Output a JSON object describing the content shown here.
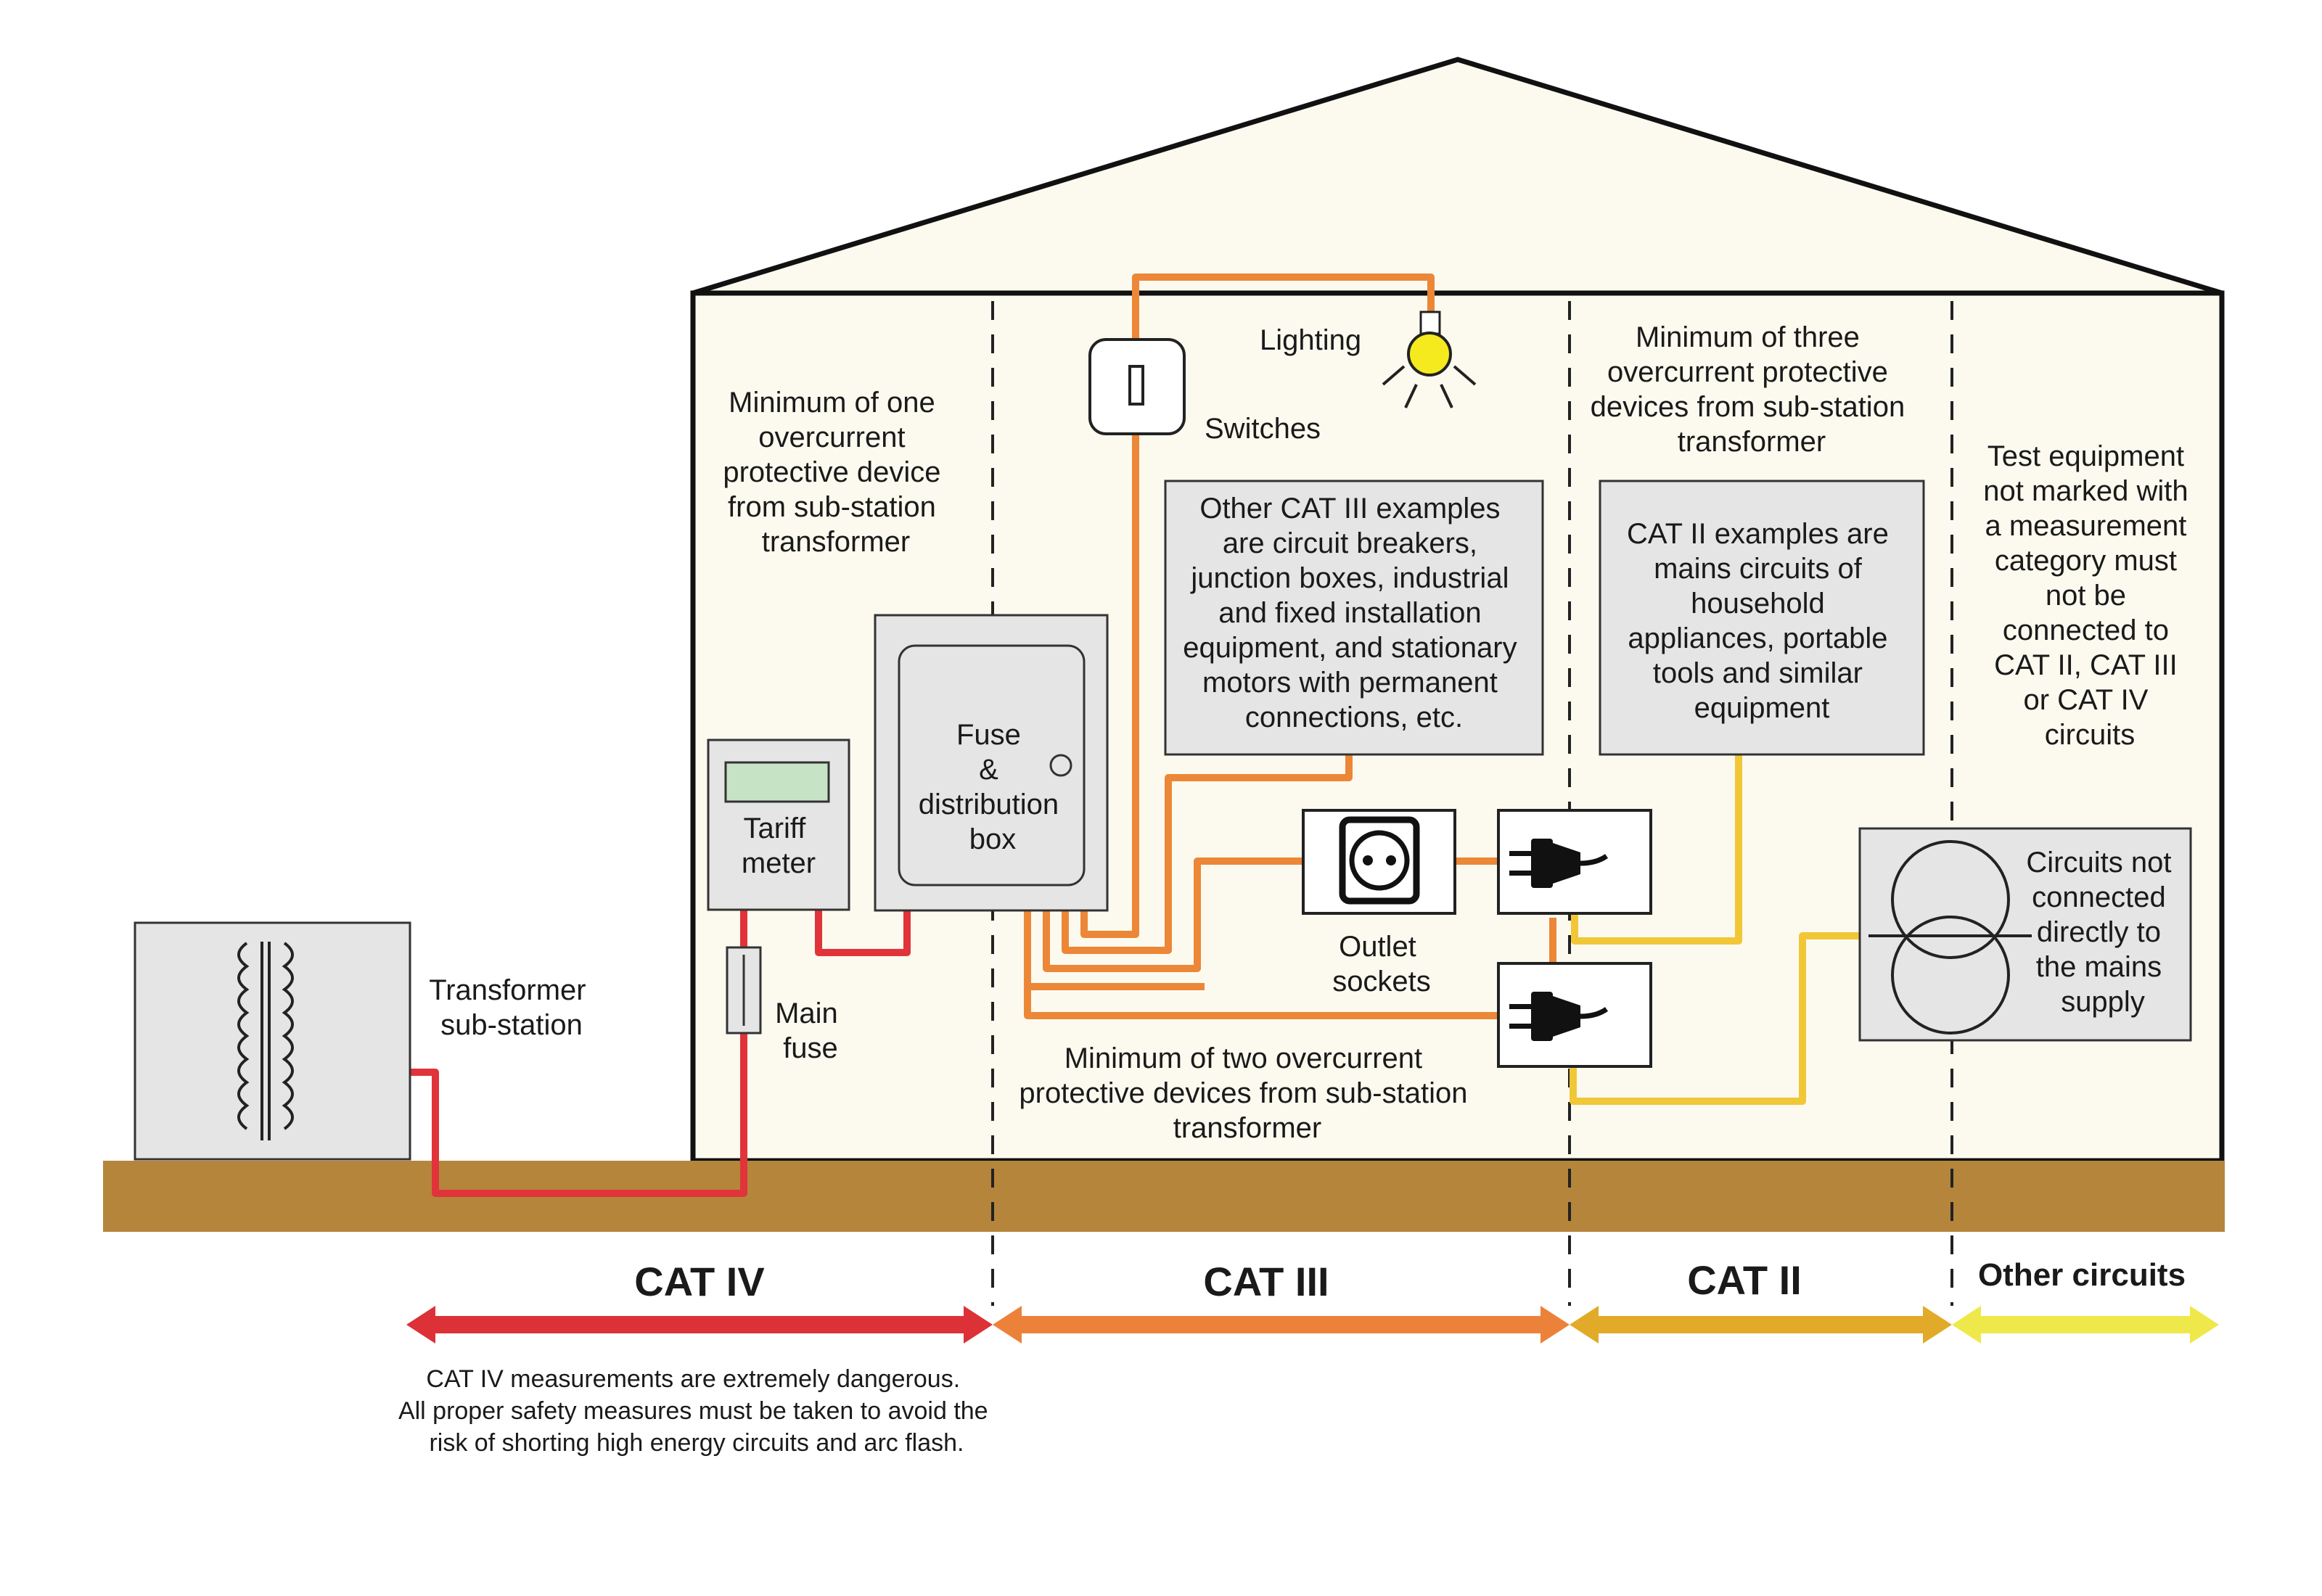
{
  "labels": {
    "lighting": "Lighting",
    "switches": "Switches",
    "tariff_meter": [
      "Tariff",
      "meter"
    ],
    "fuse_box": [
      "Fuse",
      "&",
      "distribution",
      "box"
    ],
    "transformer": [
      "Transformer",
      "sub-station"
    ],
    "main_fuse": [
      "Main",
      "fuse"
    ],
    "outlet_sockets": [
      "Outlet",
      "sockets"
    ],
    "circuits_not_connected": [
      "Circuits not",
      "connected",
      "directly to",
      "the mains",
      "supply"
    ]
  },
  "notes": {
    "cat4_devices": [
      "Minimum of one",
      "overcurrent",
      "protective device",
      "from sub-station",
      "transformer"
    ],
    "cat3_devices": [
      "Minimum of two overcurrent",
      "protective devices from sub-station",
      "transformer"
    ],
    "cat2_devices": [
      "Minimum of three",
      "overcurrent protective",
      "devices from sub-station",
      "transformer"
    ],
    "cat3_examples": [
      "Other CAT III examples",
      "are circuit breakers,",
      "junction boxes, industrial",
      "and fixed installation",
      "equipment, and stationary",
      "motors with permanent",
      "connections, etc."
    ],
    "cat2_examples": [
      "CAT II examples are",
      "mains circuits of",
      "household",
      "appliances, portable",
      "tools and similar",
      "equipment"
    ],
    "test_equipment": [
      "Test equipment",
      "not marked with",
      "a measurement",
      "category must",
      "not be",
      "connected to",
      "CAT II, CAT III",
      "or CAT IV",
      "circuits"
    ],
    "warning": [
      "CAT IV measurements are extremely dangerous.",
      "All proper safety measures must be taken to avoid the",
      "risk of shorting high energy circuits and arc flash."
    ]
  },
  "categories": [
    {
      "id": "cat4",
      "label": "CAT IV",
      "color": "#dd3138"
    },
    {
      "id": "cat3",
      "label": "CAT III",
      "color": "#ec823a"
    },
    {
      "id": "cat2",
      "label": "CAT II",
      "color": "#e1ab29"
    },
    {
      "id": "other",
      "label": "Other circuits",
      "color": "#eee84a"
    }
  ],
  "colors": {
    "red_wire": "#e0343a",
    "orange_wire": "#ec8738",
    "yellow_wire": "#f1c737",
    "house_fill": "#fcfaef",
    "ground": "#b5853c",
    "box_fill": "#e5e5e5",
    "bulb": "#f4ea1e",
    "meter_display": "#c6e3c6"
  },
  "icons": [
    "transformer-coil-icon",
    "switch-icon",
    "light-bulb-icon",
    "schuko-socket-icon",
    "plug-icon",
    "isolation-transformer-icon",
    "fuse-icon"
  ]
}
